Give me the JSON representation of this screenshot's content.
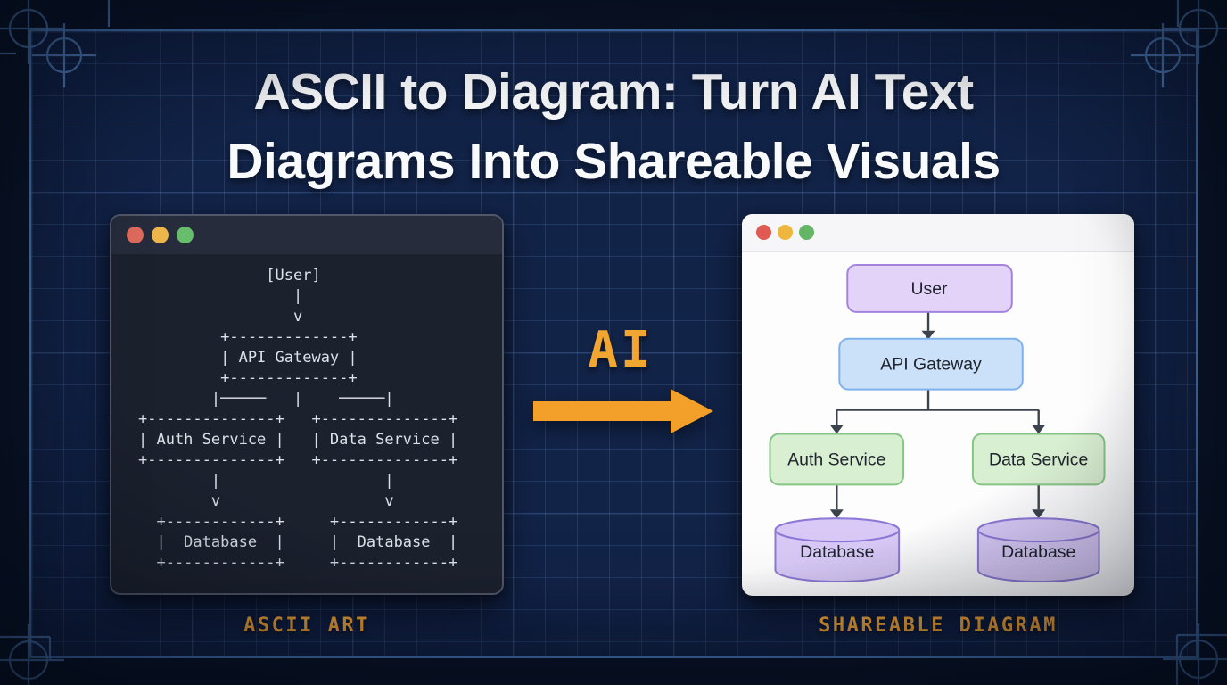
{
  "title": {
    "line1": "ASCII to Diagram: Turn AI Text",
    "line2": "Diagrams Into Shareable Visuals"
  },
  "left_window": {
    "caption": "ASCII ART",
    "ascii_lines": [
      "              [User]",
      "                 |",
      "                 v",
      "         +-------------+",
      "         | API Gateway |",
      "         +-------------+",
      "        |─────   |    ─────|",
      "+--------------+   +--------------+",
      "| Auth Service |   | Data Service |",
      "+--------------+   +--------------+",
      "        |                  |",
      "        v                  v",
      "  +------------+     +------------+",
      "  |  Database  |     |  Database  |",
      "  +------------+     +------------+"
    ]
  },
  "transform": {
    "label": "AI"
  },
  "right_window": {
    "caption": "SHAREABLE DIAGRAM",
    "nodes": {
      "user": "User",
      "api_gateway": "API Gateway",
      "auth_service": "Auth Service",
      "data_service": "Data Service",
      "database_left": "Database",
      "database_right": "Database"
    }
  },
  "colors": {
    "background": "#0B1529",
    "grid_fill": "#122348",
    "frame_line": "#4D80C4",
    "crosshair": "#5E93D8",
    "accent_orange": "#F2A632",
    "title_text": "#F8FAFC",
    "terminal_bg": "#1C212E",
    "terminal_text": "#DCE0E8",
    "node_user_fill": "#E3D3F8",
    "node_user_border": "#A284DE",
    "node_api_fill": "#CBE1FA",
    "node_api_border": "#7FB1EB",
    "node_service_fill": "#D9EFD2",
    "node_service_border": "#85C584",
    "node_db_fill": "#D8C9F7",
    "node_db_border": "#8D7AD6",
    "connector": "#3D434D",
    "traffic_red": "#DD6A5D",
    "traffic_yellow": "#EDB64A",
    "traffic_green": "#67BD6B"
  }
}
